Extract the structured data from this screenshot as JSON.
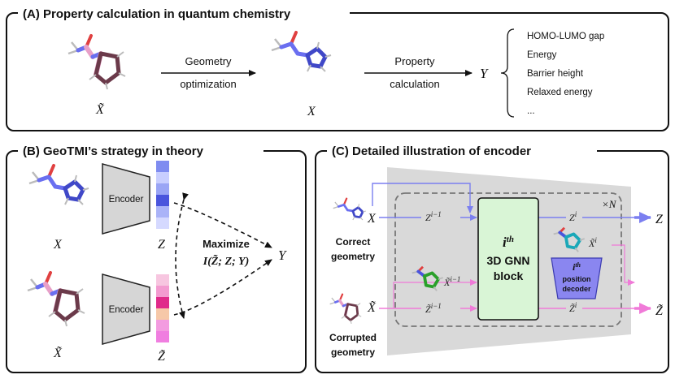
{
  "panel_a": {
    "title": "(A) Property calculation in quantum chemistry",
    "step1_line1": "Geometry",
    "step1_line2": "optimization",
    "step2_line1": "Property",
    "step2_line2": "calculation",
    "x_tilde": "X̃",
    "x": "X",
    "y": "Y",
    "properties": [
      "HOMO-LUMO gap",
      "Energy",
      "Barrier height",
      "Relaxed energy",
      "..."
    ]
  },
  "panel_b": {
    "title": "(B) GeoTMI’s strategy in theory",
    "encoder_label": "Encoder",
    "x": "X",
    "x_tilde": "X̃",
    "z": "Z",
    "z_tilde": "Z̃",
    "y": "Y",
    "maximize_label": "Maximize",
    "objective": "I(Z̃; Z; Y)",
    "z_colors": [
      "#7f8cf0",
      "#c8ceff",
      "#9aa5f5",
      "#4a55dd",
      "#aab3f8",
      "#d5d9ff"
    ],
    "z_tilde_colors": [
      "#f7c6e0",
      "#f39bd0",
      "#e02a8a",
      "#f6c8a8",
      "#f39be0",
      "#f07ee0"
    ]
  },
  "panel_c": {
    "title": "(C) Detailed illustration of encoder",
    "correct_label_line1": "Correct",
    "correct_label_line2": "geometry",
    "corrupted_label_line1": "Corrupted",
    "corrupted_label_line2": "geometry",
    "x": "X",
    "x_tilde": "X̃",
    "z_prev": "Z",
    "z_prev_sup": "i−1",
    "z_tilde_prev": "Z̃",
    "z_tilde_prev_sup": "i−1",
    "x_tilde_prev": "X̃",
    "x_tilde_prev_sup": "i−1",
    "z_i": "Z",
    "z_i_sup": "i",
    "z_tilde_i": "Z̃",
    "z_tilde_i_sup": "i",
    "x_tilde_i": "X̃",
    "x_tilde_i_sup": "i",
    "times_n": "×N",
    "gnn_sup_base": "i",
    "gnn_sup": "th",
    "gnn_line2": "3D GNN",
    "gnn_line3": "block",
    "decoder_sup_base": "i",
    "decoder_sup": "th",
    "decoder_line2": "position",
    "decoder_line3": "decoder",
    "out_z": "Z",
    "out_z_tilde": "Z̃"
  },
  "colors": {
    "blue_arrow": "#7b7ff0",
    "pink_arrow": "#f07ad8",
    "gnn_fill": "#d9f5d6",
    "decoder_fill": "#8a86f0",
    "trapezoid": "#d9d9d9"
  }
}
